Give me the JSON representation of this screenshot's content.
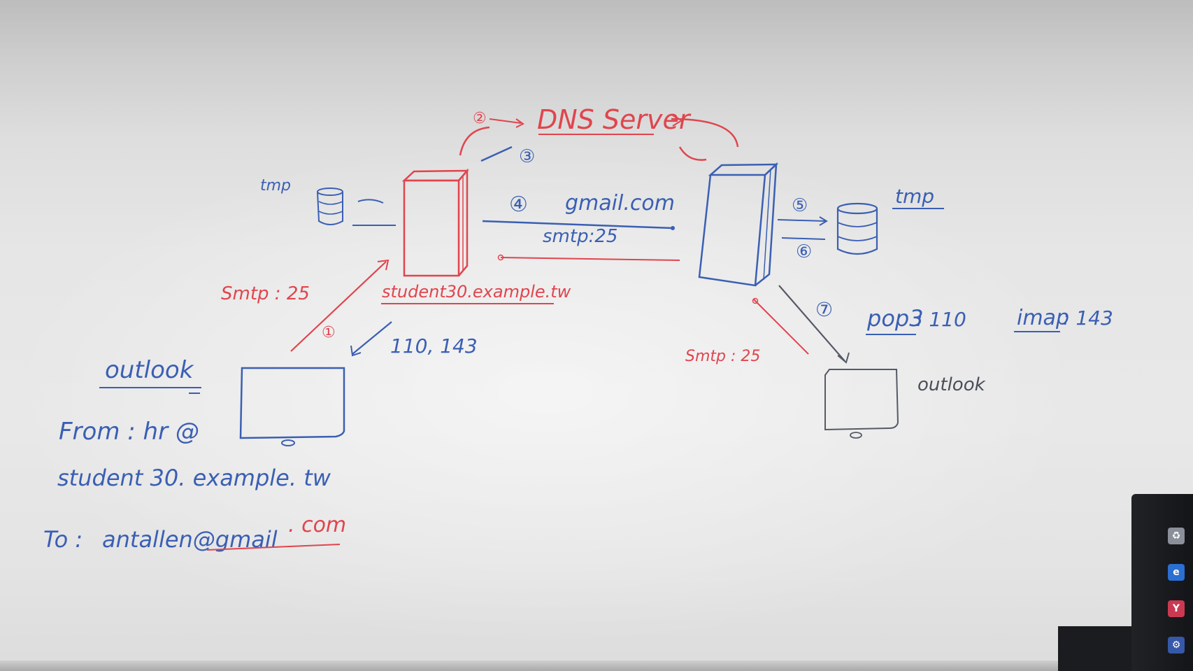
{
  "whiteboard": {
    "dns_server_label": "DNS Server",
    "step_markers": {
      "s1": "①",
      "s2": "②",
      "s3": "③",
      "s4": "④",
      "s5": "⑤",
      "s6": "⑥",
      "s7": "⑦"
    },
    "left_tmp_label": "tmp",
    "right_tmp_label": "tmp",
    "gmail_label": "gmail.com",
    "smtp_port_middle": "smtp:25",
    "smtp_port_left": "Smtp : 25",
    "smtp_port_right": "Smtp : 25",
    "sender_server_label": "student30.example.tw",
    "receive_ports_left": "110, 143",
    "pop3_label": "pop3",
    "pop3_port": ": 110",
    "imap_label": "imap",
    "imap_port": ": 143",
    "outlook_left": "outlook",
    "outlook_right": "outlook",
    "from_label": "From : hr @",
    "from_domain": "student 30. example. tw",
    "to_label": "To :",
    "to_user": "antallen@gmail",
    "to_tld": ". com"
  },
  "colors": {
    "blue_marker": "#3a5fb3",
    "red_marker": "#e0454d",
    "board": "#e6e6e6"
  },
  "desktop_icons": [
    "recycle-bin-icon",
    "edge-browser-icon",
    "app-icon",
    "settings-icon"
  ]
}
